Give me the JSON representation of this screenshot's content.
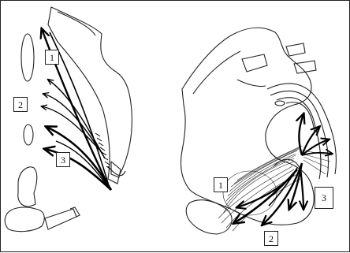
{
  "left_panel": {
    "labels": [
      "1",
      "2",
      "3"
    ]
  },
  "right_panel": {
    "labels": [
      "1",
      "2",
      "3"
    ]
  },
  "colors": {
    "line": "#222222",
    "arrow": "#000000",
    "background": "#ffffff"
  }
}
